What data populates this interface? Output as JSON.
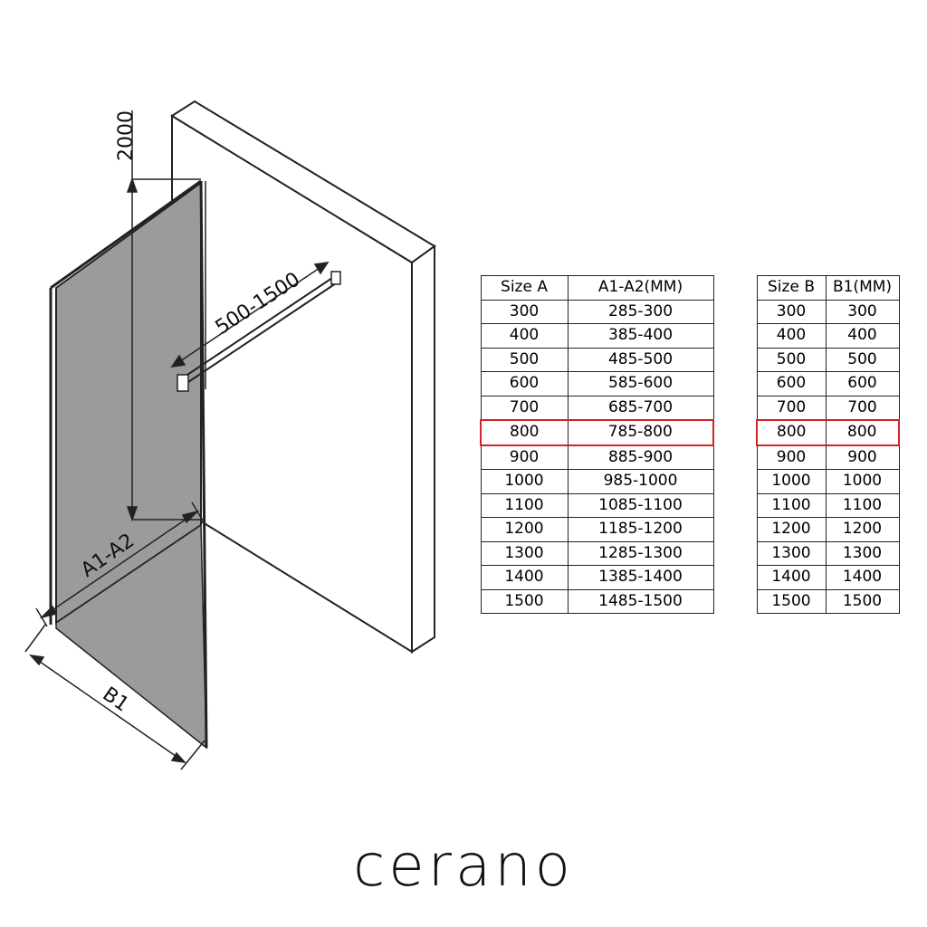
{
  "diagram": {
    "height_label": "2000",
    "arm_label": "500-1500",
    "a_label": "A1-A2",
    "b_label": "B1"
  },
  "table_a": {
    "headers": [
      "Size  A",
      "A1-A2(MM)"
    ],
    "rows": [
      [
        "300",
        "285-300"
      ],
      [
        "400",
        "385-400"
      ],
      [
        "500",
        "485-500"
      ],
      [
        "600",
        "585-600"
      ],
      [
        "700",
        "685-700"
      ],
      [
        "800",
        "785-800"
      ],
      [
        "900",
        "885-900"
      ],
      [
        "1000",
        "985-1000"
      ],
      [
        "1100",
        "1085-1100"
      ],
      [
        "1200",
        "1185-1200"
      ],
      [
        "1300",
        "1285-1300"
      ],
      [
        "1400",
        "1385-1400"
      ],
      [
        "1500",
        "1485-1500"
      ]
    ],
    "highlighted_row": 5
  },
  "table_b": {
    "headers": [
      "Size  B",
      "B1(MM)"
    ],
    "rows": [
      [
        "300",
        "300"
      ],
      [
        "400",
        "400"
      ],
      [
        "500",
        "500"
      ],
      [
        "600",
        "600"
      ],
      [
        "700",
        "700"
      ],
      [
        "800",
        "800"
      ],
      [
        "900",
        "900"
      ],
      [
        "1000",
        "1000"
      ],
      [
        "1100",
        "1100"
      ],
      [
        "1200",
        "1200"
      ],
      [
        "1300",
        "1300"
      ],
      [
        "1400",
        "1400"
      ],
      [
        "1500",
        "1500"
      ]
    ],
    "highlighted_row": 5
  },
  "brand": "cerano",
  "colors": {
    "highlight": "#d1232a",
    "glass": "#9b9b9b",
    "line": "#222222"
  }
}
